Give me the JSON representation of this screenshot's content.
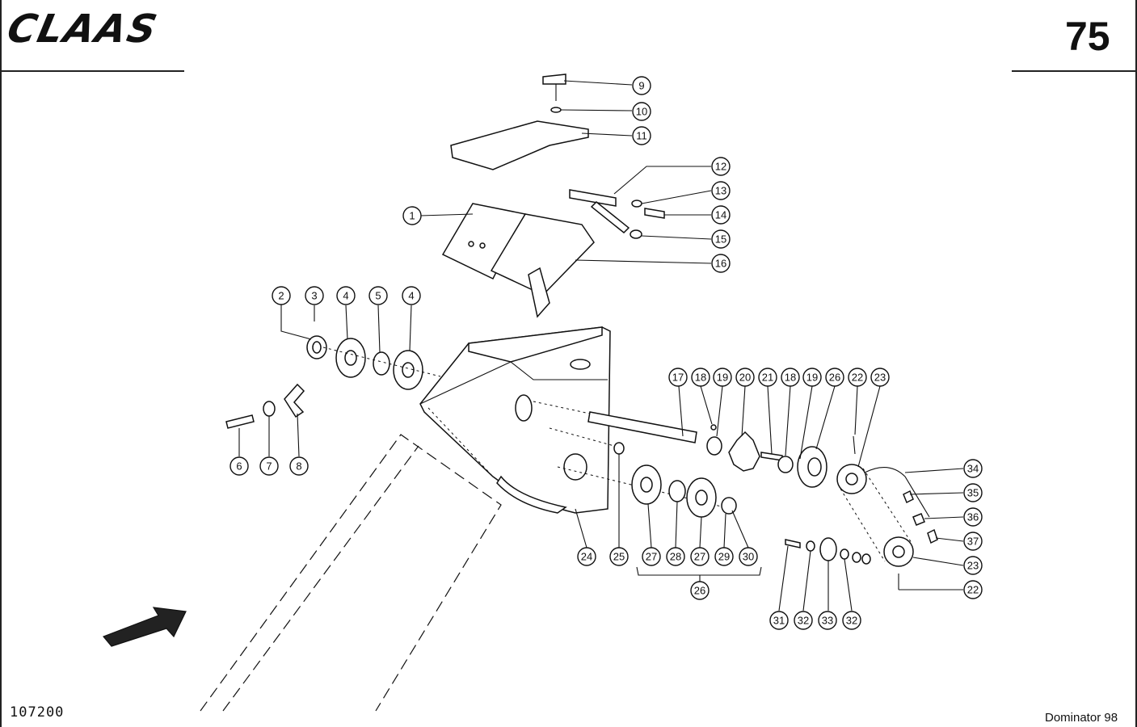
{
  "header": {
    "brand": "CLAAS",
    "page_number": "75"
  },
  "footer": {
    "drawing_number": "107200",
    "model": "Dominator 98"
  },
  "callouts": {
    "c1": "1",
    "c2": "2",
    "c3": "3",
    "c4a": "4",
    "c5": "5",
    "c4b": "4",
    "c6": "6",
    "c7": "7",
    "c8": "8",
    "c9": "9",
    "c10": "10",
    "c11": "11",
    "c12": "12",
    "c13": "13",
    "c14": "14",
    "c15": "15",
    "c16": "16",
    "c17": "17",
    "c18a": "18",
    "c19a": "19",
    "c20": "20",
    "c21": "21",
    "c18b": "18",
    "c19b": "19",
    "c26a": "26",
    "c22a": "22",
    "c23a": "23",
    "c34": "34",
    "c35": "35",
    "c36": "36",
    "c37": "37",
    "c23b": "23",
    "c22b": "22",
    "c24": "24",
    "c25": "25",
    "c27a": "27",
    "c28": "28",
    "c27b": "27",
    "c29": "29",
    "c30": "30",
    "c26b": "26",
    "c31": "31",
    "c32a": "32",
    "c33": "33",
    "c32b": "32"
  }
}
